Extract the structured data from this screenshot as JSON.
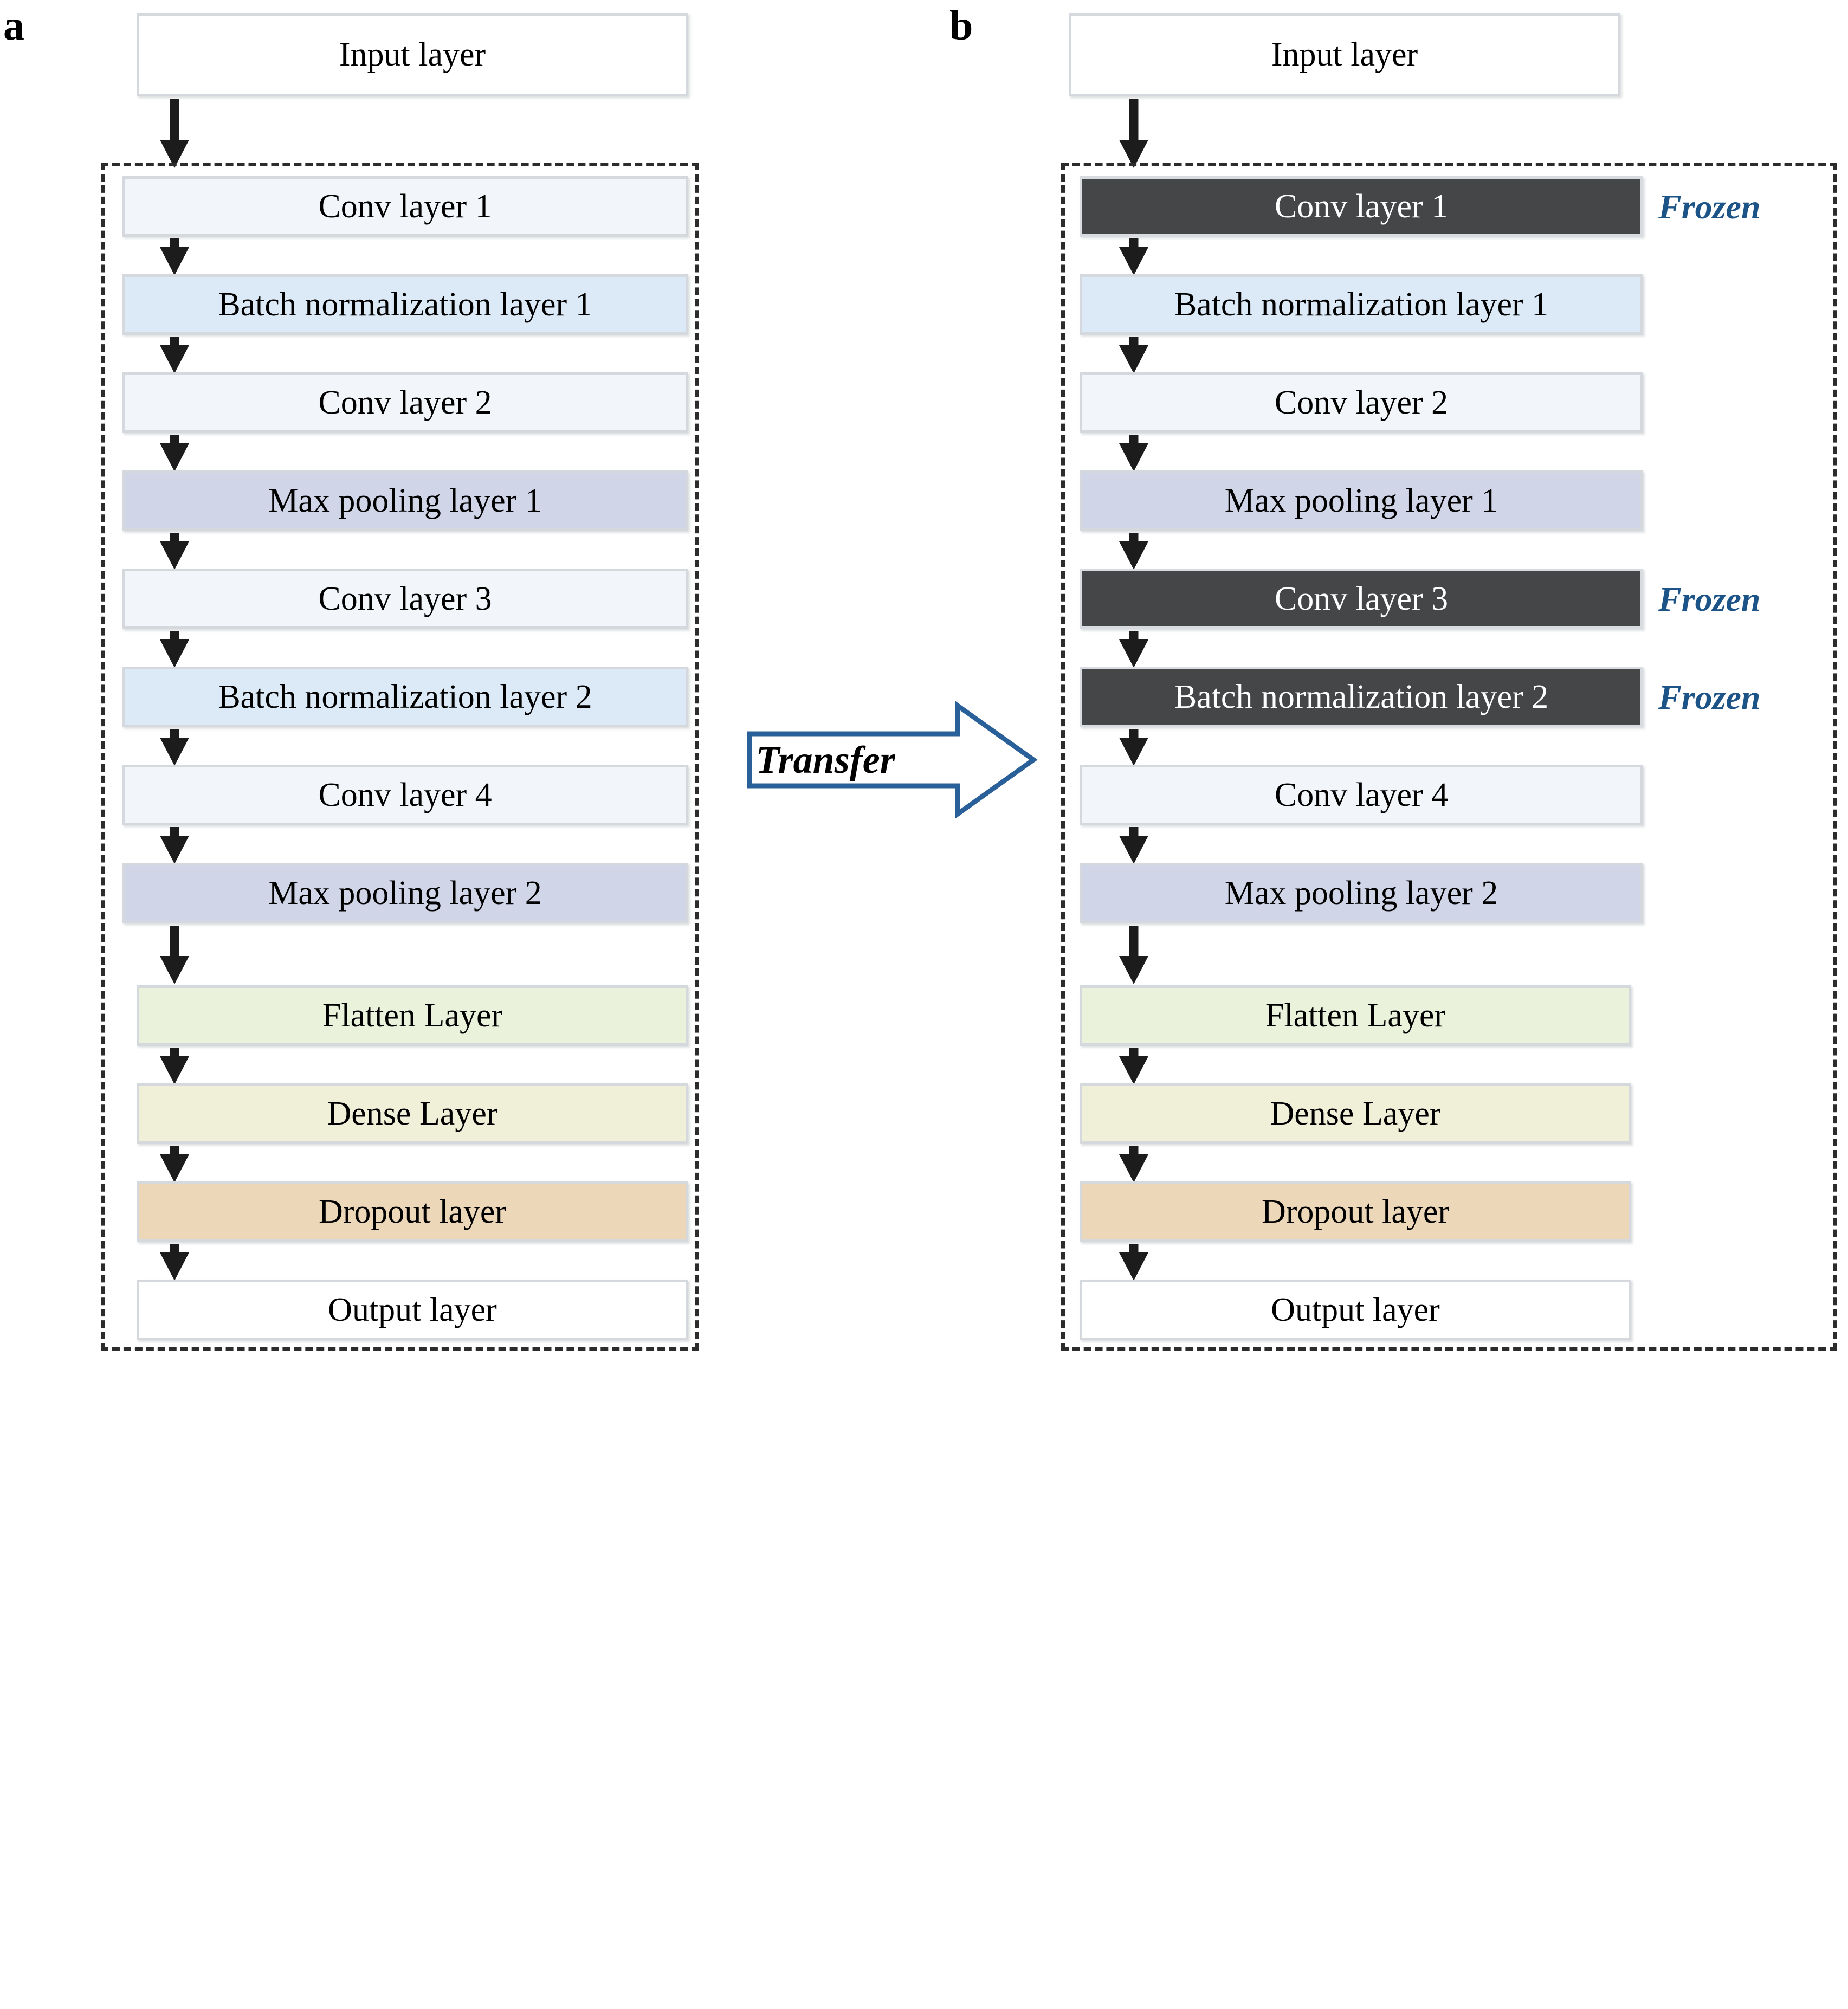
{
  "figure": {
    "type": "diagram",
    "subtype": "cnn-transfer-learning-architecture",
    "panels": [
      {
        "letter": "a",
        "pre_group_layers": [
          {
            "label": "Input layer",
            "fill": "#ffffff",
            "frozen": false
          }
        ],
        "group_layers": [
          {
            "label": "Conv layer 1",
            "fill": "#f2f6fb",
            "frozen": false
          },
          {
            "label": "Batch normalization layer 1",
            "fill": "#dceaf7",
            "frozen": false
          },
          {
            "label": "Conv layer 2",
            "fill": "#f2f6fb",
            "frozen": false
          },
          {
            "label": "Max pooling layer 1",
            "fill": "#d0d5e8",
            "frozen": false
          },
          {
            "label": "Conv layer 3",
            "fill": "#f2f6fb",
            "frozen": false
          },
          {
            "label": "Batch normalization layer 2",
            "fill": "#dceaf7",
            "frozen": false
          },
          {
            "label": "Conv layer 4",
            "fill": "#f2f6fb",
            "frozen": false
          },
          {
            "label": "Max pooling layer 2",
            "fill": "#d0d5e8",
            "frozen": false
          }
        ],
        "post_group_layers": [
          {
            "label": "Flatten Layer",
            "fill": "#eaf2dc",
            "frozen": false
          },
          {
            "label": "Dense Layer",
            "fill": "#f0f0d9",
            "frozen": false
          },
          {
            "label": "Dropout layer",
            "fill": "#edd7b9",
            "frozen": false
          },
          {
            "label": "Output layer",
            "fill": "#ffffff",
            "frozen": false
          }
        ]
      },
      {
        "letter": "b",
        "pre_group_layers": [
          {
            "label": "Input layer",
            "fill": "#ffffff",
            "frozen": false
          }
        ],
        "group_layers": [
          {
            "label": "Conv layer 1",
            "fill": "#444648",
            "frozen": true,
            "frozen_label": "Frozen"
          },
          {
            "label": "Batch normalization layer 1",
            "fill": "#dceaf7",
            "frozen": false
          },
          {
            "label": "Conv layer 2",
            "fill": "#f2f6fb",
            "frozen": false
          },
          {
            "label": "Max pooling layer 1",
            "fill": "#d0d5e8",
            "frozen": false
          },
          {
            "label": "Conv layer 3",
            "fill": "#444648",
            "frozen": true,
            "frozen_label": "Frozen"
          },
          {
            "label": "Batch normalization layer 2",
            "fill": "#444648",
            "frozen": true,
            "frozen_label": "Frozen"
          },
          {
            "label": "Conv layer 4",
            "fill": "#f2f6fb",
            "frozen": false
          },
          {
            "label": "Max pooling layer 2",
            "fill": "#d0d5e8",
            "frozen": false
          }
        ],
        "post_group_layers": [
          {
            "label": "Flatten Layer",
            "fill": "#eaf2dc",
            "frozen": false
          },
          {
            "label": "Dense Layer",
            "fill": "#f0f0d9",
            "frozen": false
          },
          {
            "label": "Dropout layer",
            "fill": "#edd7b9",
            "frozen": false
          },
          {
            "label": "Output layer",
            "fill": "#ffffff",
            "frozen": false
          }
        ]
      }
    ],
    "transfer": {
      "label": "Transfer",
      "outline_color": "#2a6099",
      "fill_color": "#ffffff"
    },
    "colors": {
      "frozen_fill": "#444648",
      "frozen_text": "#ffffff",
      "frozen_label_color": "#1c5488",
      "box_border": "#d5d8dd",
      "dashed_border": "#2c2c2c",
      "arrow_color": "#1c1c1c",
      "transfer_accent": "#2a6099"
    }
  }
}
